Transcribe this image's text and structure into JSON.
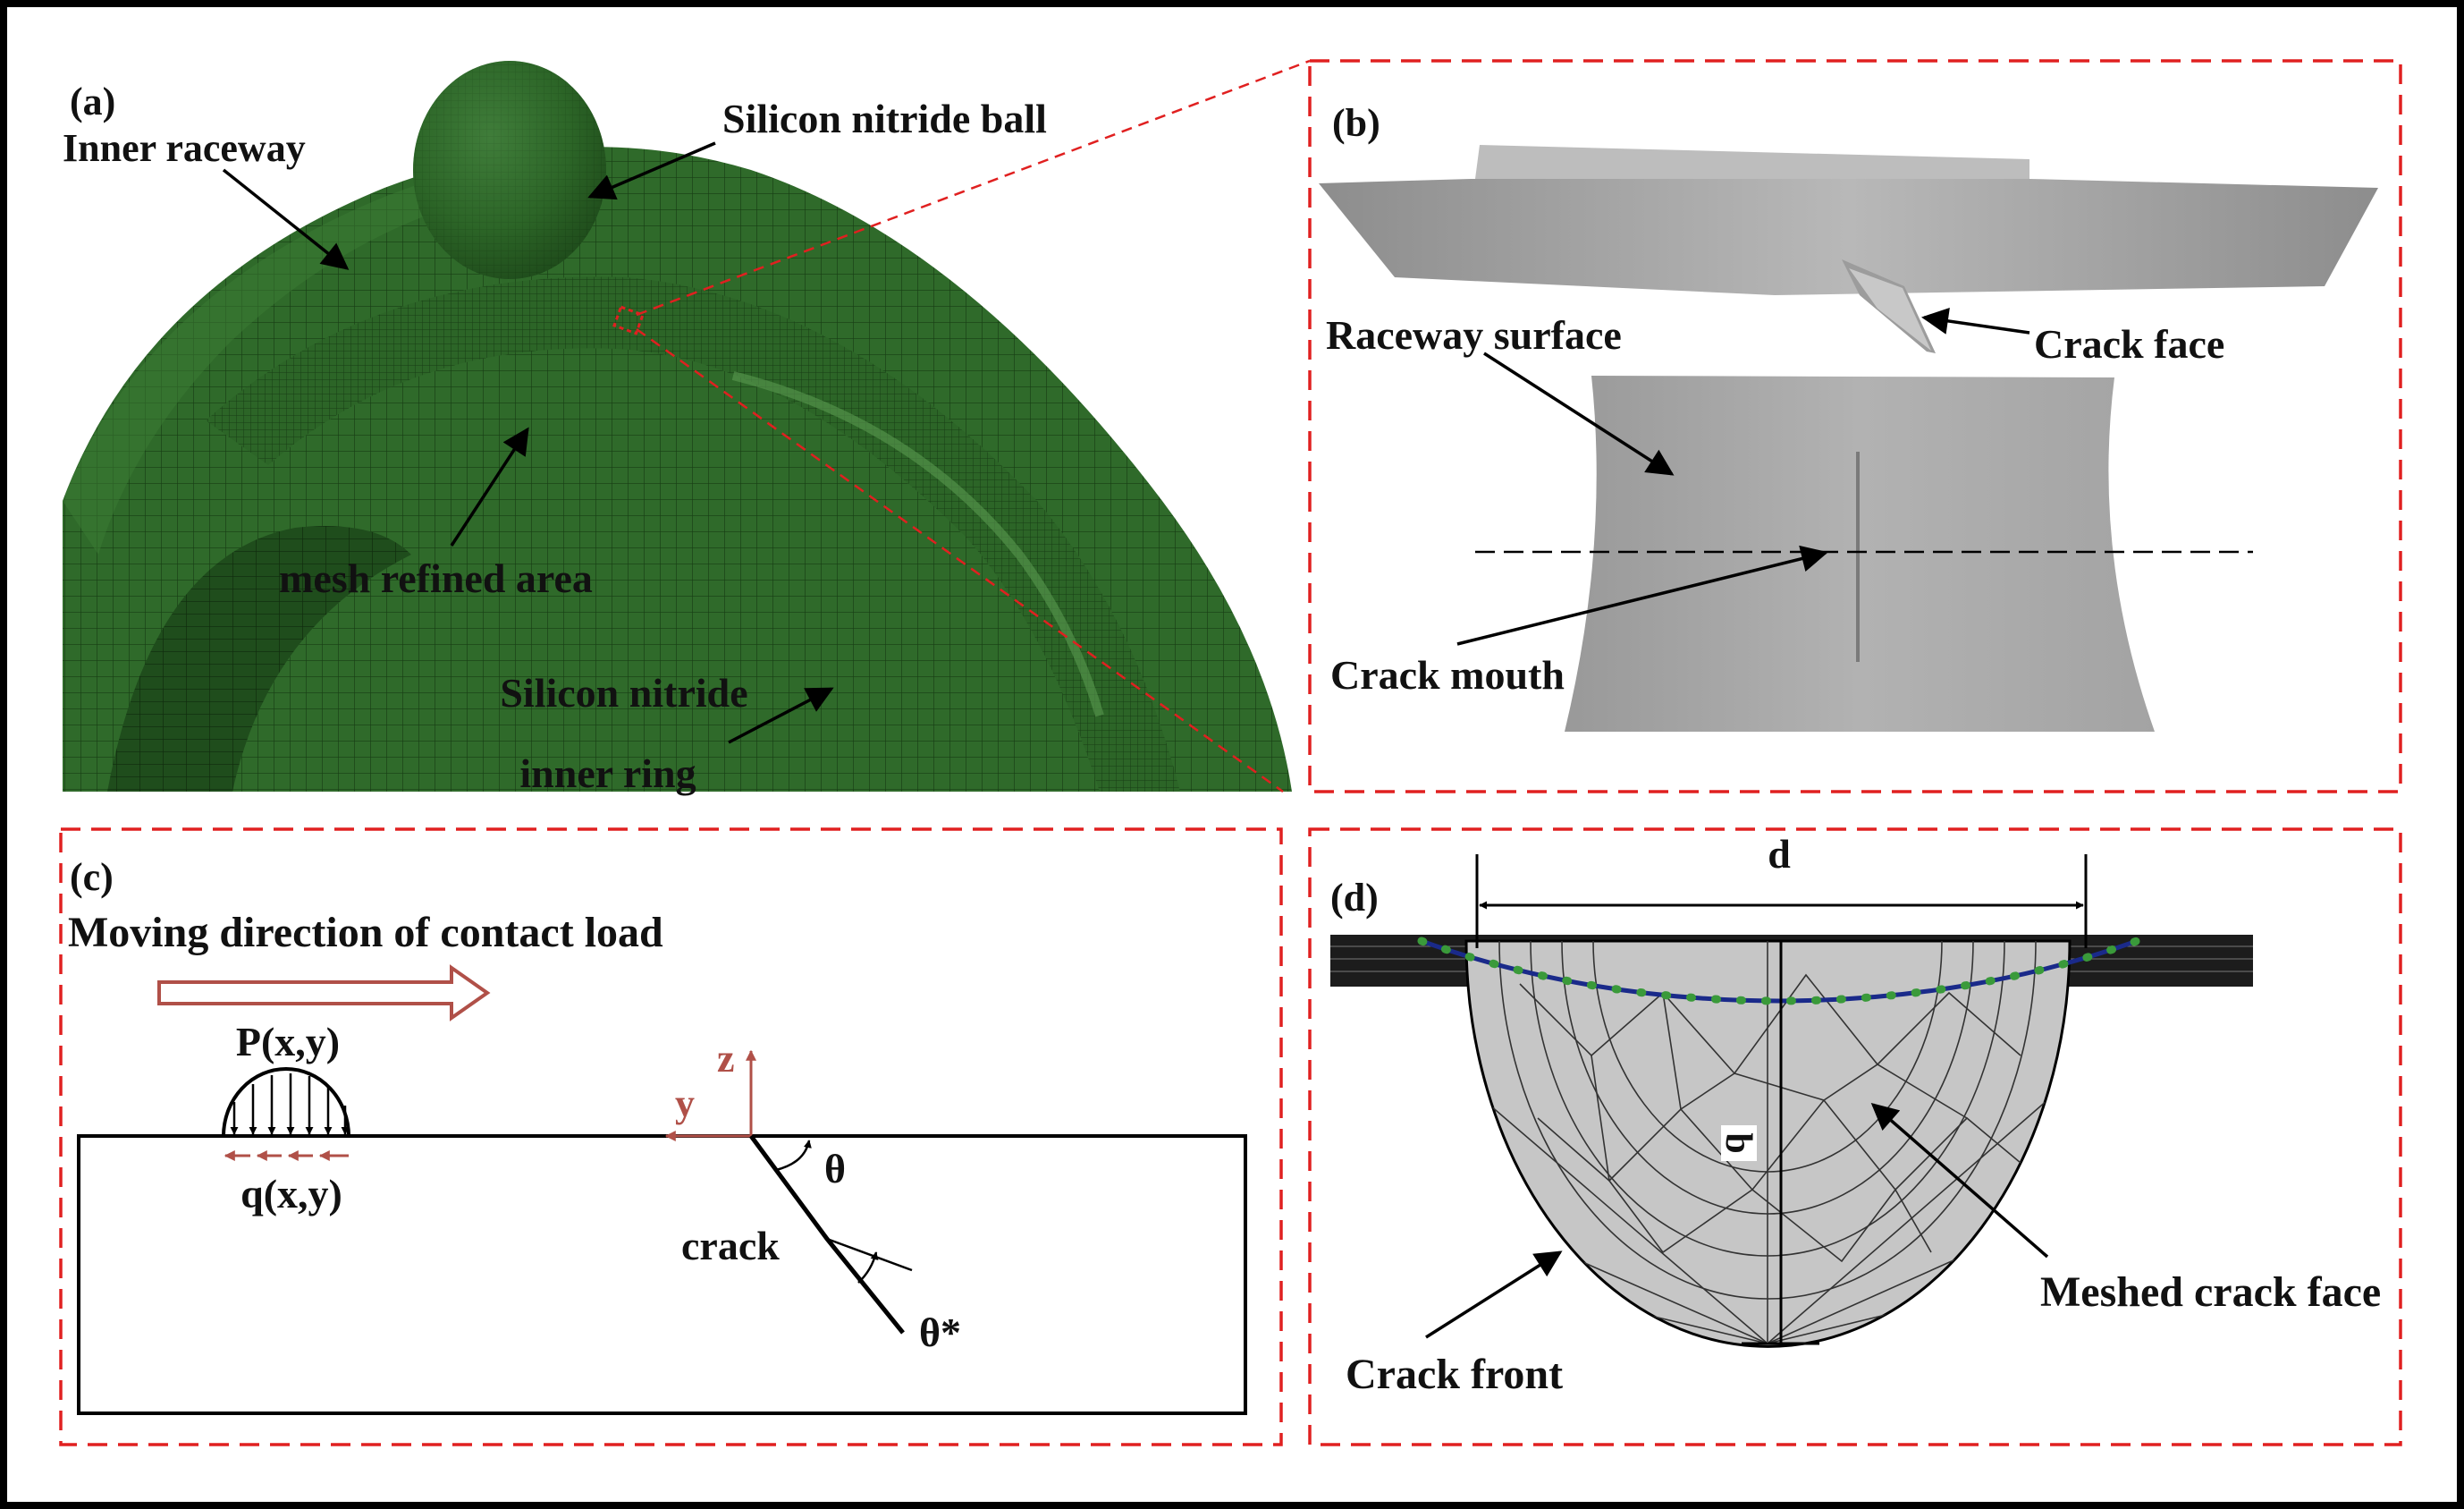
{
  "colors": {
    "frame": "#000000",
    "dashed_border": "#e02020",
    "ring_green": "#2f6a2a",
    "ring_dark": "#1d4a1a",
    "surface_gray": "#a9a9a9",
    "crack_face_gray": "#bdbdbd",
    "accent_red": "#b05048",
    "crack_front_blue": "#1a2a8a",
    "crack_front_dots": "#3a9a3a"
  },
  "panel_a": {
    "tag": "(a)",
    "inner_raceway": "Inner raceway",
    "ball": "Silicon nitride ball",
    "mesh_area": "mesh refined area",
    "ring_line1": "Silicon nitride",
    "ring_line2": "inner ring"
  },
  "panel_b": {
    "tag": "(b)",
    "crack_face": "Crack face",
    "raceway_surface": "Raceway surface",
    "crack_mouth": "Crack mouth"
  },
  "panel_c": {
    "tag": "(c)",
    "moving_direction": "Moving direction of contact load",
    "pressure": "P(x,y)",
    "shear": "q(x,y)",
    "axis_z": "z",
    "axis_y": "y",
    "theta": "θ",
    "crack": "crack",
    "theta_star": "θ*"
  },
  "panel_d": {
    "tag": "(d)",
    "width_label": "d",
    "depth_label": "b",
    "meshed_face": "Meshed crack face",
    "crack_front": "Crack front"
  }
}
